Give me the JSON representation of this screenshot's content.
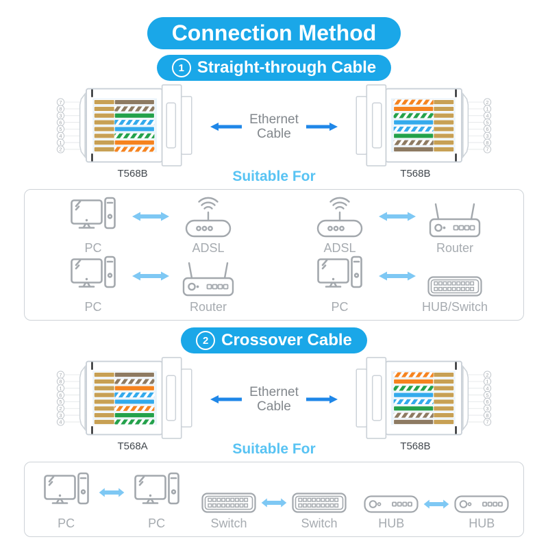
{
  "title": "Connection Method",
  "suitable_heading": "Suitable For",
  "ethernet_label": [
    "Ethernet",
    "Cable"
  ],
  "colors": {
    "brand": "#1aa7e8",
    "light_blue": "#58c3f3",
    "arrow_blue": "#1f87e8",
    "pair_arrow": "#7ec8f4",
    "wire_gold": "#c7a054",
    "wire_brown": "#8d7a62",
    "wire_green": "#23a14b",
    "wire_blue": "#33aaec",
    "wire_orange": "#f5831f"
  },
  "sections": [
    {
      "badge": "1",
      "heading": "Straight-through Cable",
      "left": {
        "label": "T568B",
        "pins": [
          "7",
          "8",
          "3",
          "6",
          "5",
          "4",
          "1",
          "2"
        ],
        "wires": [
          [
            "solid",
            "brown"
          ],
          [
            "stripe",
            "brown"
          ],
          [
            "solid",
            "green"
          ],
          [
            "stripe",
            "blue"
          ],
          [
            "solid",
            "blue"
          ],
          [
            "stripe",
            "green"
          ],
          [
            "solid",
            "orange"
          ],
          [
            "stripe",
            "orange"
          ]
        ]
      },
      "right": {
        "label": "T568B",
        "pins": [
          "2",
          "1",
          "4",
          "5",
          "6",
          "3",
          "8",
          "7"
        ],
        "wires": [
          [
            "stripe",
            "orange"
          ],
          [
            "solid",
            "orange"
          ],
          [
            "stripe",
            "green"
          ],
          [
            "solid",
            "blue"
          ],
          [
            "stripe",
            "blue"
          ],
          [
            "solid",
            "green"
          ],
          [
            "stripe",
            "brown"
          ],
          [
            "solid",
            "brown"
          ]
        ]
      },
      "combos": [
        {
          "a": {
            "icon": "pc",
            "label": "PC"
          },
          "b": {
            "icon": "adsl",
            "label": "ADSL"
          }
        },
        {
          "a": {
            "icon": "adsl",
            "label": "ADSL"
          },
          "b": {
            "icon": "router",
            "label": "Router"
          }
        },
        {
          "a": {
            "icon": "pc",
            "label": "PC"
          },
          "b": {
            "icon": "router",
            "label": "Router"
          }
        },
        {
          "a": {
            "icon": "pc",
            "label": "PC"
          },
          "b": {
            "icon": "switch",
            "label": "HUB/Switch"
          }
        }
      ]
    },
    {
      "badge": "2",
      "heading": "Crossover Cable",
      "left": {
        "label": "T568A",
        "pins": [
          "7",
          "8",
          "1",
          "6",
          "5",
          "2",
          "3",
          "4"
        ],
        "wires": [
          [
            "solid",
            "brown"
          ],
          [
            "stripe",
            "brown"
          ],
          [
            "solid",
            "orange"
          ],
          [
            "stripe",
            "blue"
          ],
          [
            "solid",
            "blue"
          ],
          [
            "stripe",
            "orange"
          ],
          [
            "solid",
            "green"
          ],
          [
            "stripe",
            "green"
          ]
        ]
      },
      "right": {
        "label": "T568B",
        "pins": [
          "2",
          "1",
          "4",
          "5",
          "6",
          "3",
          "8",
          "7"
        ],
        "wires": [
          [
            "stripe",
            "orange"
          ],
          [
            "solid",
            "orange"
          ],
          [
            "stripe",
            "green"
          ],
          [
            "solid",
            "blue"
          ],
          [
            "stripe",
            "blue"
          ],
          [
            "solid",
            "green"
          ],
          [
            "stripe",
            "brown"
          ],
          [
            "solid",
            "brown"
          ]
        ]
      },
      "combos": [
        {
          "a": {
            "icon": "pc",
            "label": "PC"
          },
          "b": {
            "icon": "pc",
            "label": "PC"
          }
        },
        {
          "a": {
            "icon": "switch",
            "label": "Switch"
          },
          "b": {
            "icon": "switch",
            "label": "Switch"
          }
        },
        {
          "a": {
            "icon": "hub",
            "label": "HUB"
          },
          "b": {
            "icon": "hub",
            "label": "HUB"
          }
        }
      ]
    }
  ]
}
